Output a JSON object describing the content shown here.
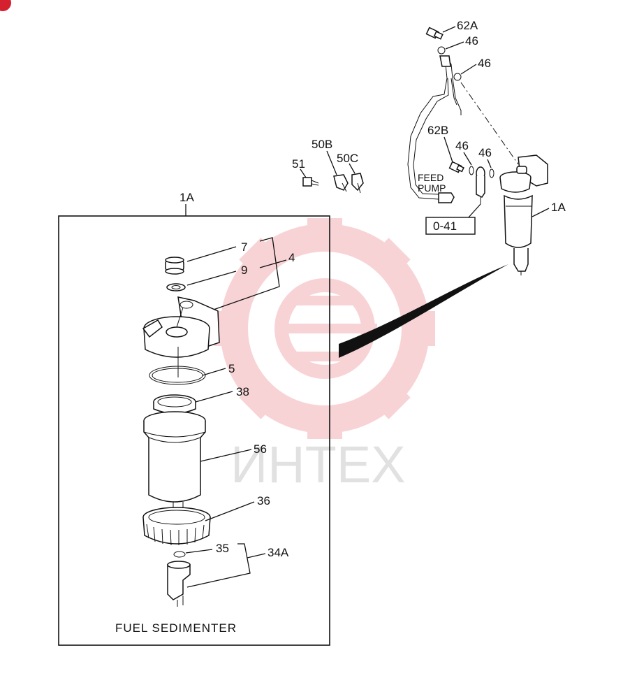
{
  "diagram": {
    "caption": "FUEL SEDIMENTER",
    "watermark": {
      "text": "ИНТЕХ",
      "gear_color": "#f4b0b6",
      "text_color": "#d8d8d8"
    },
    "callouts": {
      "inset_ref": "1A",
      "p7": "7",
      "p9": "9",
      "p4": "4",
      "p5": "5",
      "p38": "38",
      "p56": "56",
      "p36": "36",
      "p35": "35",
      "p34a": "34A",
      "p62a": "62A",
      "p46_top": "46",
      "p46_mid": "46",
      "p62b": "62B",
      "p46_a": "46",
      "p46_b": "46",
      "p50b": "50B",
      "p50c": "50C",
      "p51": "51",
      "feed_line1": "FEED",
      "feed_line2": "PUMP",
      "ref_box": "0-41",
      "assembly_ref": "1A"
    }
  }
}
